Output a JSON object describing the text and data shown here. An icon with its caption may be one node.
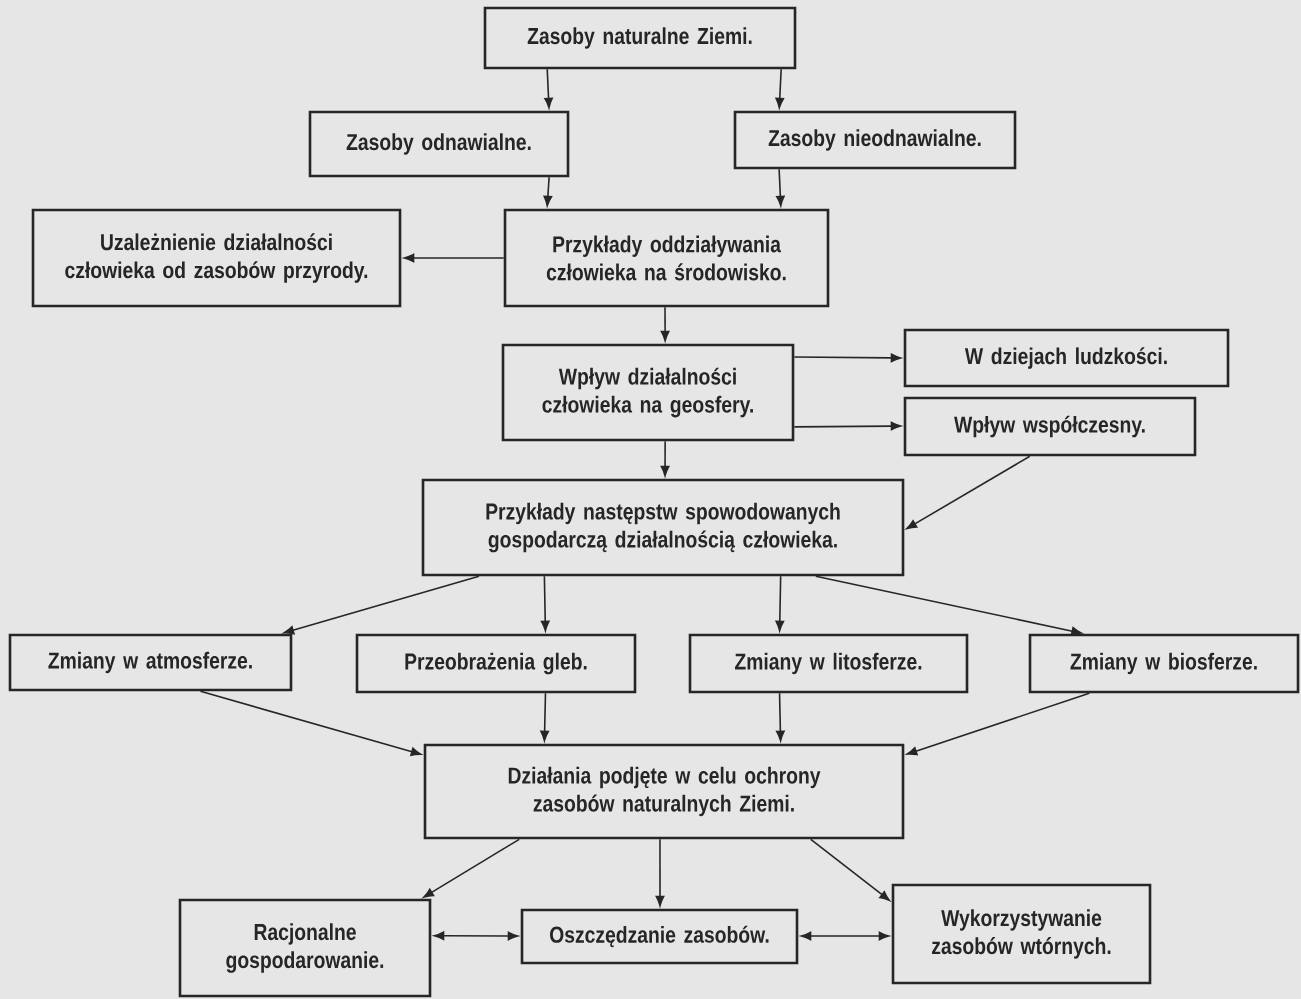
{
  "diagram": {
    "nodes": [
      {
        "text": [
          "Zasoby naturalne Ziemi."
        ]
      },
      {
        "text": [
          "Zasoby odnawialne."
        ]
      },
      {
        "text": [
          "Zasoby nieodnawialne."
        ]
      },
      {
        "text": [
          "Uzależnienie działalności człowieka od zasobów przyrody."
        ]
      },
      {
        "text": [
          "Przykłady oddziaływania człowieka na środowisko."
        ]
      },
      {
        "text": [
          "Wpływ działalności człowieka na geosfery."
        ]
      },
      {
        "text": [
          "W dziejach ludzkości."
        ]
      },
      {
        "text": [
          "Wpływ współczesny."
        ]
      },
      {
        "text": [
          "Przykłady następstw spowodowanych gospodarczą działalnością człowieka."
        ]
      },
      {
        "text": [
          "Zmiany w atmosferze."
        ]
      },
      {
        "text": [
          "Przeobrażenia gleb."
        ]
      },
      {
        "text": [
          "Zmiany w litosferze."
        ]
      },
      {
        "text": [
          "Zmiany w biosferze."
        ]
      },
      {
        "text": [
          "Działania podjęte w celu ochrony zasobów naturalnych Ziemi."
        ]
      },
      {
        "text": [
          "Racjonalne gospodarowanie."
        ]
      },
      {
        "text": [
          "Oszczędzanie zasobów."
        ]
      },
      {
        "text": [
          "Wykorzystywanie zasobów wtórnych."
        ]
      }
    ],
    "edges": [
      {
        "from": 0,
        "to": 1,
        "arrow": "to"
      },
      {
        "from": 0,
        "to": 2,
        "arrow": "to"
      },
      {
        "from": 1,
        "to": 4,
        "arrow": "to"
      },
      {
        "from": 2,
        "to": 4,
        "arrow": "to"
      },
      {
        "from": 4,
        "to": 3,
        "arrow": "to"
      },
      {
        "from": 4,
        "to": 5,
        "arrow": "to"
      },
      {
        "from": 5,
        "to": 6,
        "arrow": "to"
      },
      {
        "from": 5,
        "to": 7,
        "arrow": "to"
      },
      {
        "from": 5,
        "to": 8,
        "arrow": "to"
      },
      {
        "from": 7,
        "to": 8,
        "arrow": "to"
      },
      {
        "from": 8,
        "to": 9,
        "arrow": "to"
      },
      {
        "from": 8,
        "to": 10,
        "arrow": "to"
      },
      {
        "from": 8,
        "to": 11,
        "arrow": "to"
      },
      {
        "from": 8,
        "to": 12,
        "arrow": "to"
      },
      {
        "from": 9,
        "to": 13,
        "arrow": "to"
      },
      {
        "from": 10,
        "to": 13,
        "arrow": "to"
      },
      {
        "from": 11,
        "to": 13,
        "arrow": "to"
      },
      {
        "from": 12,
        "to": 13,
        "arrow": "to"
      },
      {
        "from": 13,
        "to": 14,
        "arrow": "to"
      },
      {
        "from": 13,
        "to": 15,
        "arrow": "to"
      },
      {
        "from": 13,
        "to": 16,
        "arrow": "to"
      },
      {
        "from": 15,
        "to": 14,
        "arrow": "both"
      },
      {
        "from": 15,
        "to": 16,
        "arrow": "both"
      }
    ]
  }
}
